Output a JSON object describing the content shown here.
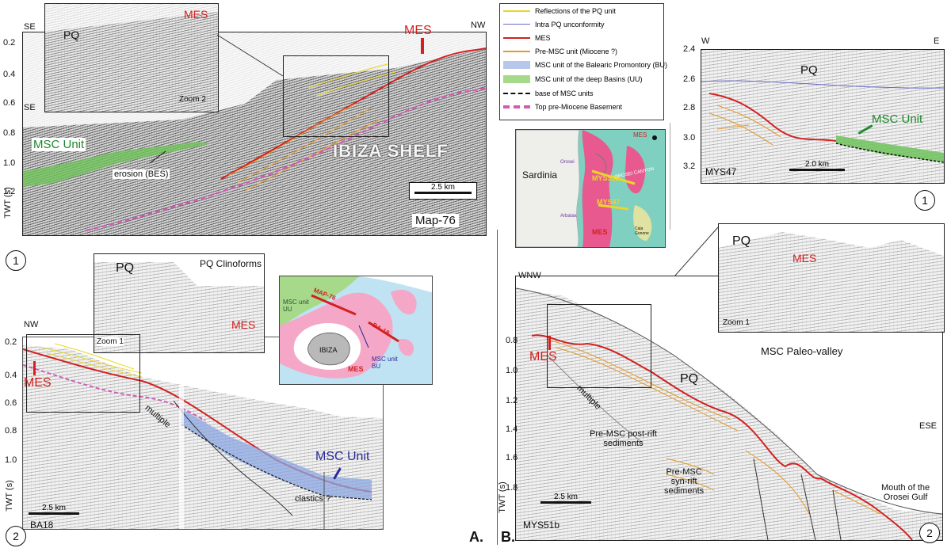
{
  "legend": {
    "items": [
      {
        "label": "Reflections of the PQ unit",
        "color": "#e8d62a",
        "style": "line"
      },
      {
        "label": "Intra PQ unconformity",
        "color": "#6a6ac8",
        "style": "line"
      },
      {
        "label": "MES",
        "color": "#d32020",
        "style": "line"
      },
      {
        "label": "Pre-MSC unit (Miocene ?)",
        "color": "#e39a2a",
        "style": "line"
      },
      {
        "label": "MSC unit of the Balearic Promontory (BU)",
        "color": "#b7c7ec",
        "style": "box"
      },
      {
        "label": "MSC unit of the deep Basins (UU)",
        "color": "#a6d98a",
        "style": "box"
      },
      {
        "label": "base of MSC units",
        "color": "#111111",
        "style": "dashed"
      },
      {
        "label": "Top pre-Miocene Basement",
        "color": "#d45ab8",
        "style": "dashed-thick"
      }
    ]
  },
  "panel_a1": {
    "se_top": "SE",
    "se_mid": "SE",
    "nw": "NW",
    "pq": "PQ",
    "mes_zoom": "MES",
    "mes": "MES",
    "zoom": "Zoom 2",
    "msc_unit": "MSC Unit",
    "erosion": "erosion (BES)",
    "ibiza_shelf": "IBIZA SHELF",
    "scale": "2.5 km",
    "profile": "Map-76",
    "axis_label": "TWT (s)",
    "ticks": [
      "0.2",
      "0.4",
      "0.6",
      "0.8",
      "1.0",
      "1.2"
    ],
    "number": "1"
  },
  "panel_a2": {
    "nw": "NW",
    "pq": "PQ",
    "clinoforms": "PQ Clinoforms",
    "mes_zoom": "MES",
    "zoom": "Zoom 1",
    "mes": "MES",
    "multiple": "multiple",
    "msc_unit": "MSC Unit",
    "clastics": "clastics ?",
    "scale": "2.5 km",
    "profile": "BA18",
    "axis_label": "TWT (s)",
    "ticks": [
      "0.2",
      "0.4",
      "0.6",
      "0.8",
      "1.0"
    ],
    "number": "2"
  },
  "ibiza_map": {
    "msc_uu": "MSC unit\nUU",
    "map76": "MAP-76",
    "ba18": "BA-18",
    "ibiza": "IBIZA",
    "mes": "MES",
    "msc_bu": "MSC unit\nBU"
  },
  "sardinia_map": {
    "sardinia": "Sardinia",
    "orosei": "Orosei",
    "arbatax": "Arbatax",
    "mys51b": "MYS51b",
    "mys47": "MYS47",
    "mes": "MES",
    "orosei_canyon": "OROSEI CANYON",
    "cala_gonone": "Cala\nGonone",
    "mes2": "MES"
  },
  "panel_b1": {
    "w": "W",
    "e": "E",
    "pq": "PQ",
    "msc_unit": "MSC Unit",
    "scale": "2.0 km",
    "profile": "MYS47",
    "ticks": [
      "2.4",
      "2.6",
      "2.8",
      "3.0",
      "3.2"
    ],
    "number": "1"
  },
  "panel_b2": {
    "wnw": "WNW",
    "ese": "ESE",
    "pq_zoom": "PQ",
    "mes_zoom": "MES",
    "zoom": "Zoom 1",
    "mes": "MES",
    "multiple": "multiple",
    "pq": "PQ",
    "paleo_valley": "MSC  Paleo-valley",
    "post_rift": "Pre-MSC post-rift\nsediments",
    "syn_rift": "Pre-MSC\nsyn-rift\nsediments",
    "mouth": "Mouth of the\nOrosei Gulf",
    "scale": "2.5 km",
    "profile": "MYS51b",
    "axis_label": "TWT (s)",
    "ticks": [
      "0.8",
      "1.0",
      "1.2",
      "1.4",
      "1.6",
      "1.8"
    ],
    "number": "2"
  },
  "section_labels": {
    "a": "A.",
    "b": "B."
  }
}
